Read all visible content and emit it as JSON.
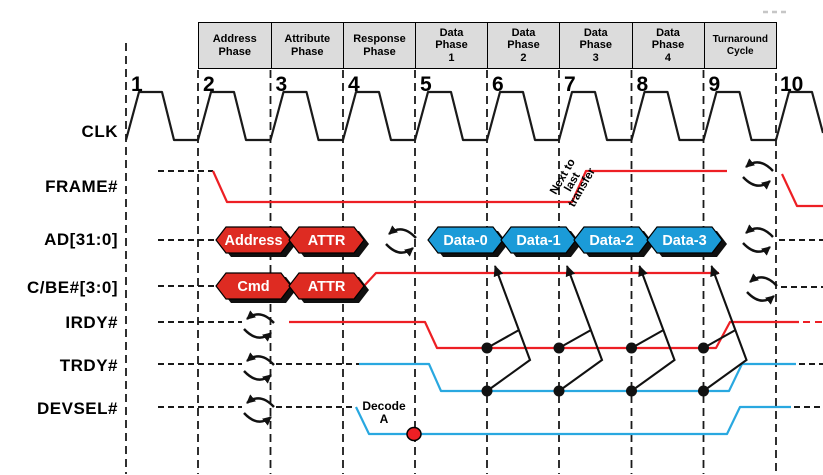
{
  "header": {
    "phases": [
      {
        "label": "Address\nPhase"
      },
      {
        "label": "Attribute\nPhase"
      },
      {
        "label": "Response\nPhase"
      },
      {
        "label": "Data\nPhase\n1"
      },
      {
        "label": "Data\nPhase\n2"
      },
      {
        "label": "Data\nPhase\n3"
      },
      {
        "label": "Data\nPhase\n4"
      },
      {
        "label": "Turnaround\nCycle"
      }
    ],
    "clock_numbers": [
      "1",
      "2",
      "3",
      "4",
      "5",
      "6",
      "7",
      "8",
      "9",
      "10"
    ]
  },
  "signals": [
    {
      "name": "CLK"
    },
    {
      "name": "FRAME#"
    },
    {
      "name": "AD[31:0]"
    },
    {
      "name": "C/BE#[3:0]"
    },
    {
      "name": "IRDY#"
    },
    {
      "name": "TRDY#"
    },
    {
      "name": "DEVSEL#"
    }
  ],
  "bus_values": {
    "ad": [
      {
        "label": "Address"
      },
      {
        "label": "ATTR"
      }
    ],
    "cbe": [
      {
        "label": "Cmd"
      },
      {
        "label": "ATTR"
      }
    ],
    "data": [
      {
        "label": "Data-0"
      },
      {
        "label": "Data-1"
      },
      {
        "label": "Data-2"
      },
      {
        "label": "Data-3"
      }
    ]
  },
  "annotations": {
    "next_to_last": "Next to\nlast\ntransfer",
    "decode_a": "Decode\nA"
  },
  "colors": {
    "red_line": "#ed1f24",
    "red_fill": "#de2b22",
    "blue_line": "#29a8e0",
    "blue_fill": "#1b9bd8",
    "box_fill": "#dcdcdc"
  }
}
